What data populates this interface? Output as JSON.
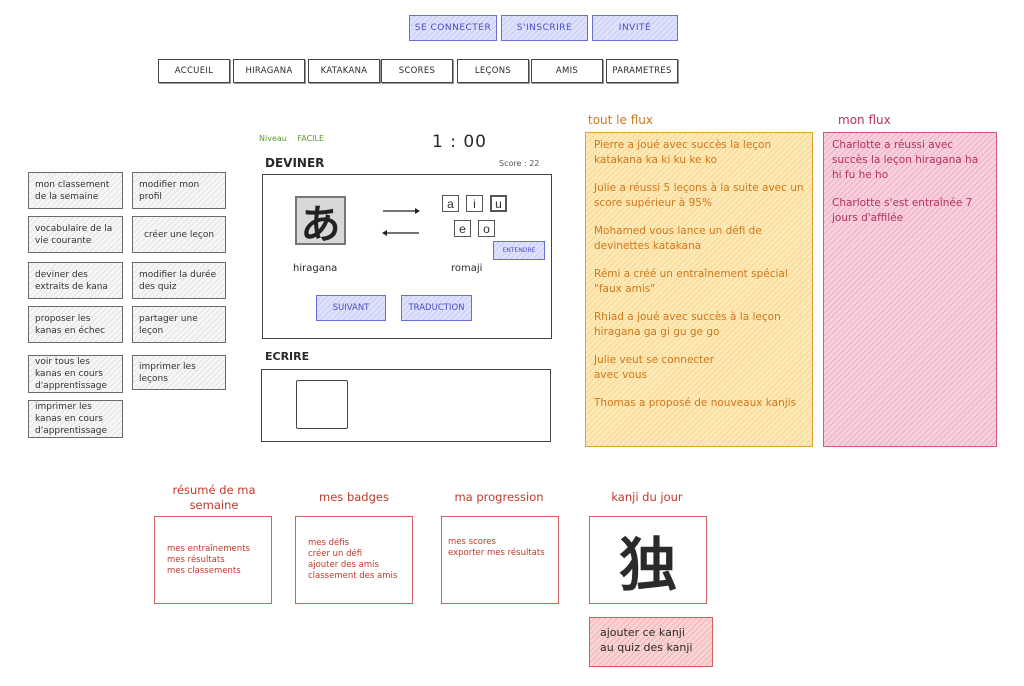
{
  "auth": {
    "login": "SE CONNECTER",
    "signup": "S'INSCRIRE",
    "guest": "INVITÉ"
  },
  "nav": [
    "ACCUEIL",
    "HIRAGANA",
    "KATAKANA",
    "SCORES",
    "LEÇONS",
    "AMIS",
    "PARAMETRES"
  ],
  "sidebar": {
    "left": [
      "mon classement de la semaine",
      "vocabulaire de la vie courante",
      "deviner des extraits de kana",
      "proposer les kanas en échec",
      "voir tous les kanas en cours d'apprentissage",
      "imprimer les kanas en cours d'apprentissage"
    ],
    "right": [
      "modifier mon profil",
      "créer une leçon",
      "modifier la durée des quiz",
      "partager une leçon",
      "imprimer les leçons"
    ]
  },
  "quiz": {
    "level_label": "Niveau",
    "level_value": "FACILE",
    "timer": "1 : 00",
    "guess_title": "DEVINER",
    "score": "Score : 22",
    "kana": "あ",
    "kana_label": "hiragana",
    "romaji_label": "romaji",
    "romaji_keys": [
      "a",
      "i",
      "u",
      "e",
      "o"
    ],
    "listen_btn": "ENTENDRE",
    "next_btn": "SUIVANT",
    "translate_btn": "TRADUCTION",
    "write_title": "ECRIRE"
  },
  "feed_all": {
    "title": "tout le flux",
    "items": [
      "Pierre a joué avec succès la leçon katakana ka ki ku ke ko",
      "Julie a réussi 5 leçons à la suite avec un score supérieur à 95%",
      "Mohamed vous lance un défi de devinettes katakana",
      "Rémi a créé un entraînement spécial \"faux amis\"",
      "Rhiad a joué avec succès à la leçon hiragana ga gi gu ge go",
      "Julie veut se connecter avec vous",
      "Thomas a proposé de nouveaux kanjis"
    ]
  },
  "feed_mine": {
    "title": "mon flux",
    "items": [
      "Charlotte a réussi avec succès la leçon hiragana ha hi fu he ho",
      "Charlotte s'est entraînée 7 jours d'affilée"
    ]
  },
  "bottom": {
    "summary": {
      "title": "résumé de ma semaine",
      "items": [
        "mes entraînements",
        "mes résultats",
        "mes classements"
      ]
    },
    "badges": {
      "title": "mes badges",
      "items": [
        "mes défis",
        "créer un défi",
        "ajouter des amis",
        "classement des amis"
      ]
    },
    "progress": {
      "title": "ma progression",
      "items": [
        "mes scores",
        "exporter mes résultats"
      ]
    },
    "kanji": {
      "title": "kanji du jour",
      "char": "独",
      "add_btn": "ajouter ce kanji au quiz des kanji"
    }
  },
  "colors": {
    "accent_blue": "#6a6fd8",
    "feed_orange": "#e4a03a",
    "feed_pink": "#cc5a84",
    "bottom_red": "#c0392b",
    "level_green": "#5a9a2a"
  }
}
